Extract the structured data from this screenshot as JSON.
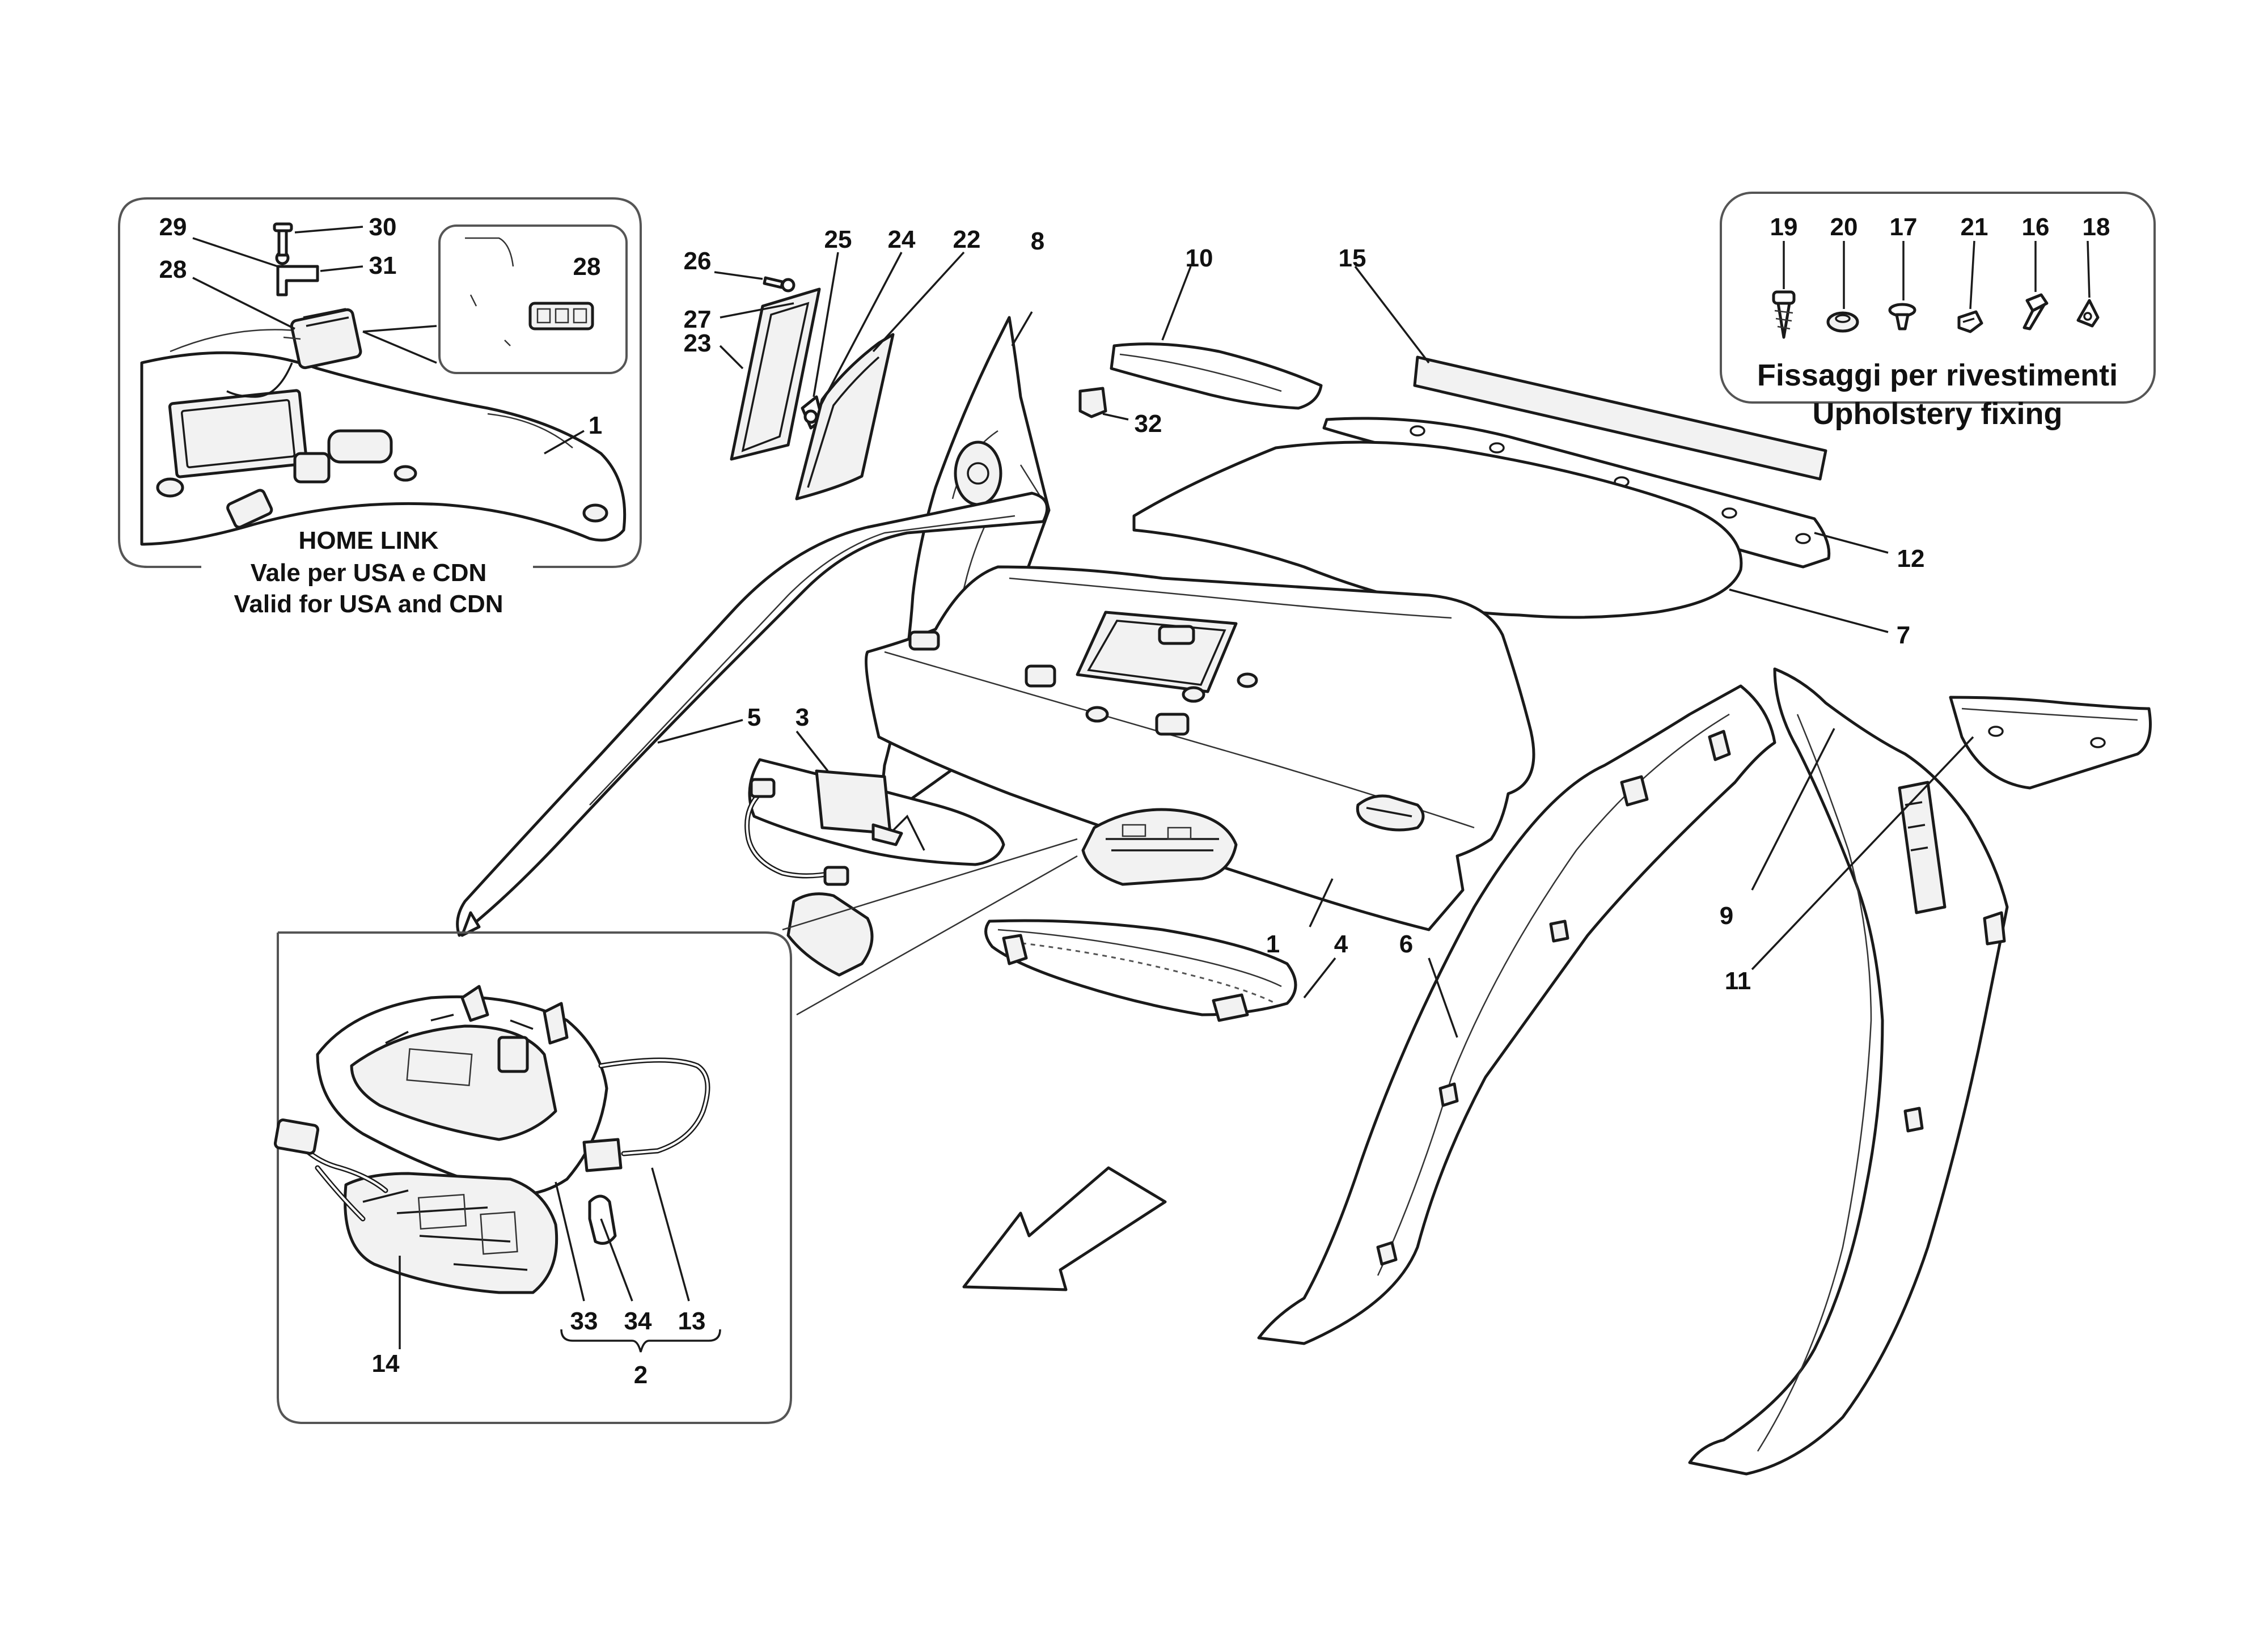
{
  "inset_homelink": {
    "title": "HOME LINK",
    "line1": "Vale per USA e CDN",
    "line2": "Valid for USA and CDN"
  },
  "fixings_box": {
    "title_it": "Fissaggi per rivestimenti",
    "title_en": "Upholstery fixing"
  },
  "callouts": {
    "c1": "1",
    "c1b": "1",
    "c2": "2",
    "c3": "3",
    "c4": "4",
    "c5": "5",
    "c6": "6",
    "c7": "7",
    "c8": "8",
    "c9": "9",
    "c10": "10",
    "c11": "11",
    "c12": "12",
    "c13": "13",
    "c14": "14",
    "c15": "15",
    "c16": "16",
    "c17": "17",
    "c18": "18",
    "c19": "19",
    "c20": "20",
    "c21": "21",
    "c22": "22",
    "c23": "23",
    "c24": "24",
    "c25": "25",
    "c26": "26",
    "c27": "27",
    "c28": "28",
    "c28b": "28",
    "c29": "29",
    "c30": "30",
    "c31": "31",
    "c32": "32",
    "c33": "33",
    "c34": "34"
  }
}
